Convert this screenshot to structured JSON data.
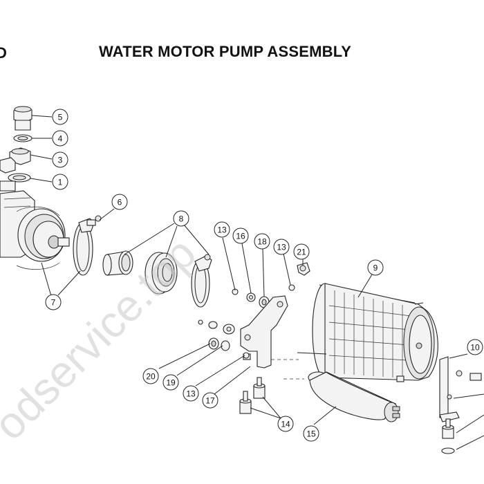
{
  "diagram": {
    "title": "WATER MOTOR PUMP ASSEMBLY",
    "title_prefix_fragment": "D",
    "watermark": "odservice.top",
    "callouts": [
      "5",
      "4",
      "3",
      "1",
      "6",
      "8",
      "13",
      "16",
      "18",
      "13",
      "21",
      "9",
      "7",
      "10",
      "20",
      "19",
      "13",
      "17",
      "14",
      "15"
    ]
  }
}
